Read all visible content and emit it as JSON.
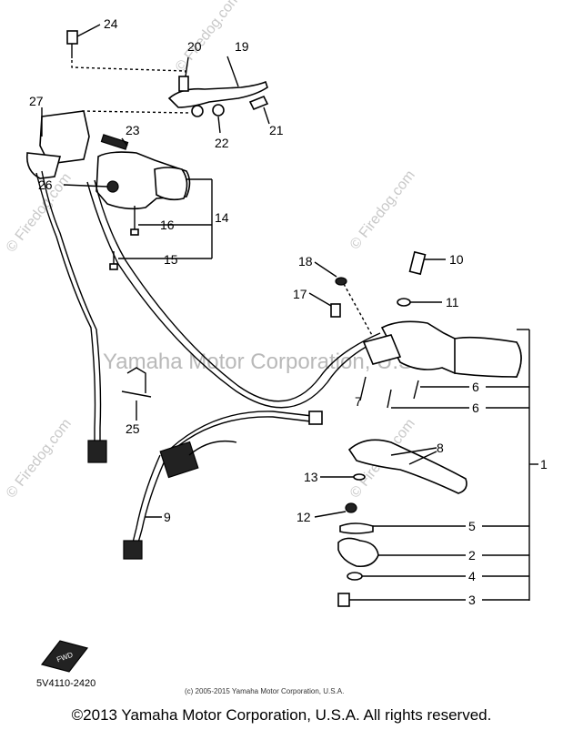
{
  "callouts": {
    "c1": "1",
    "c2": "2",
    "c3": "3",
    "c4": "4",
    "c5": "5",
    "c6a": "6",
    "c6b": "6",
    "c7": "7",
    "c8": "8",
    "c9": "9",
    "c10": "10",
    "c11": "11",
    "c12": "12",
    "c13": "13",
    "c14": "14",
    "c15": "15",
    "c16": "16",
    "c17": "17",
    "c18": "18",
    "c19": "19",
    "c20": "20",
    "c21": "21",
    "c22": "22",
    "c23": "23",
    "c24": "24",
    "c25": "25",
    "c26": "26",
    "c27": "27"
  },
  "watermarks": {
    "firedog": "© Firedog.com",
    "yamaha_center": "Yamaha Motor Corporation, U.S.A"
  },
  "part_number": "5V4110-2420",
  "small_copyright": "(c) 2005-2015 Yamaha Motor Corporation, U.S.A.",
  "fwd_label": "FWD",
  "copyright": "©2013 Yamaha Motor Corporation, U.S.A. All rights reserved."
}
